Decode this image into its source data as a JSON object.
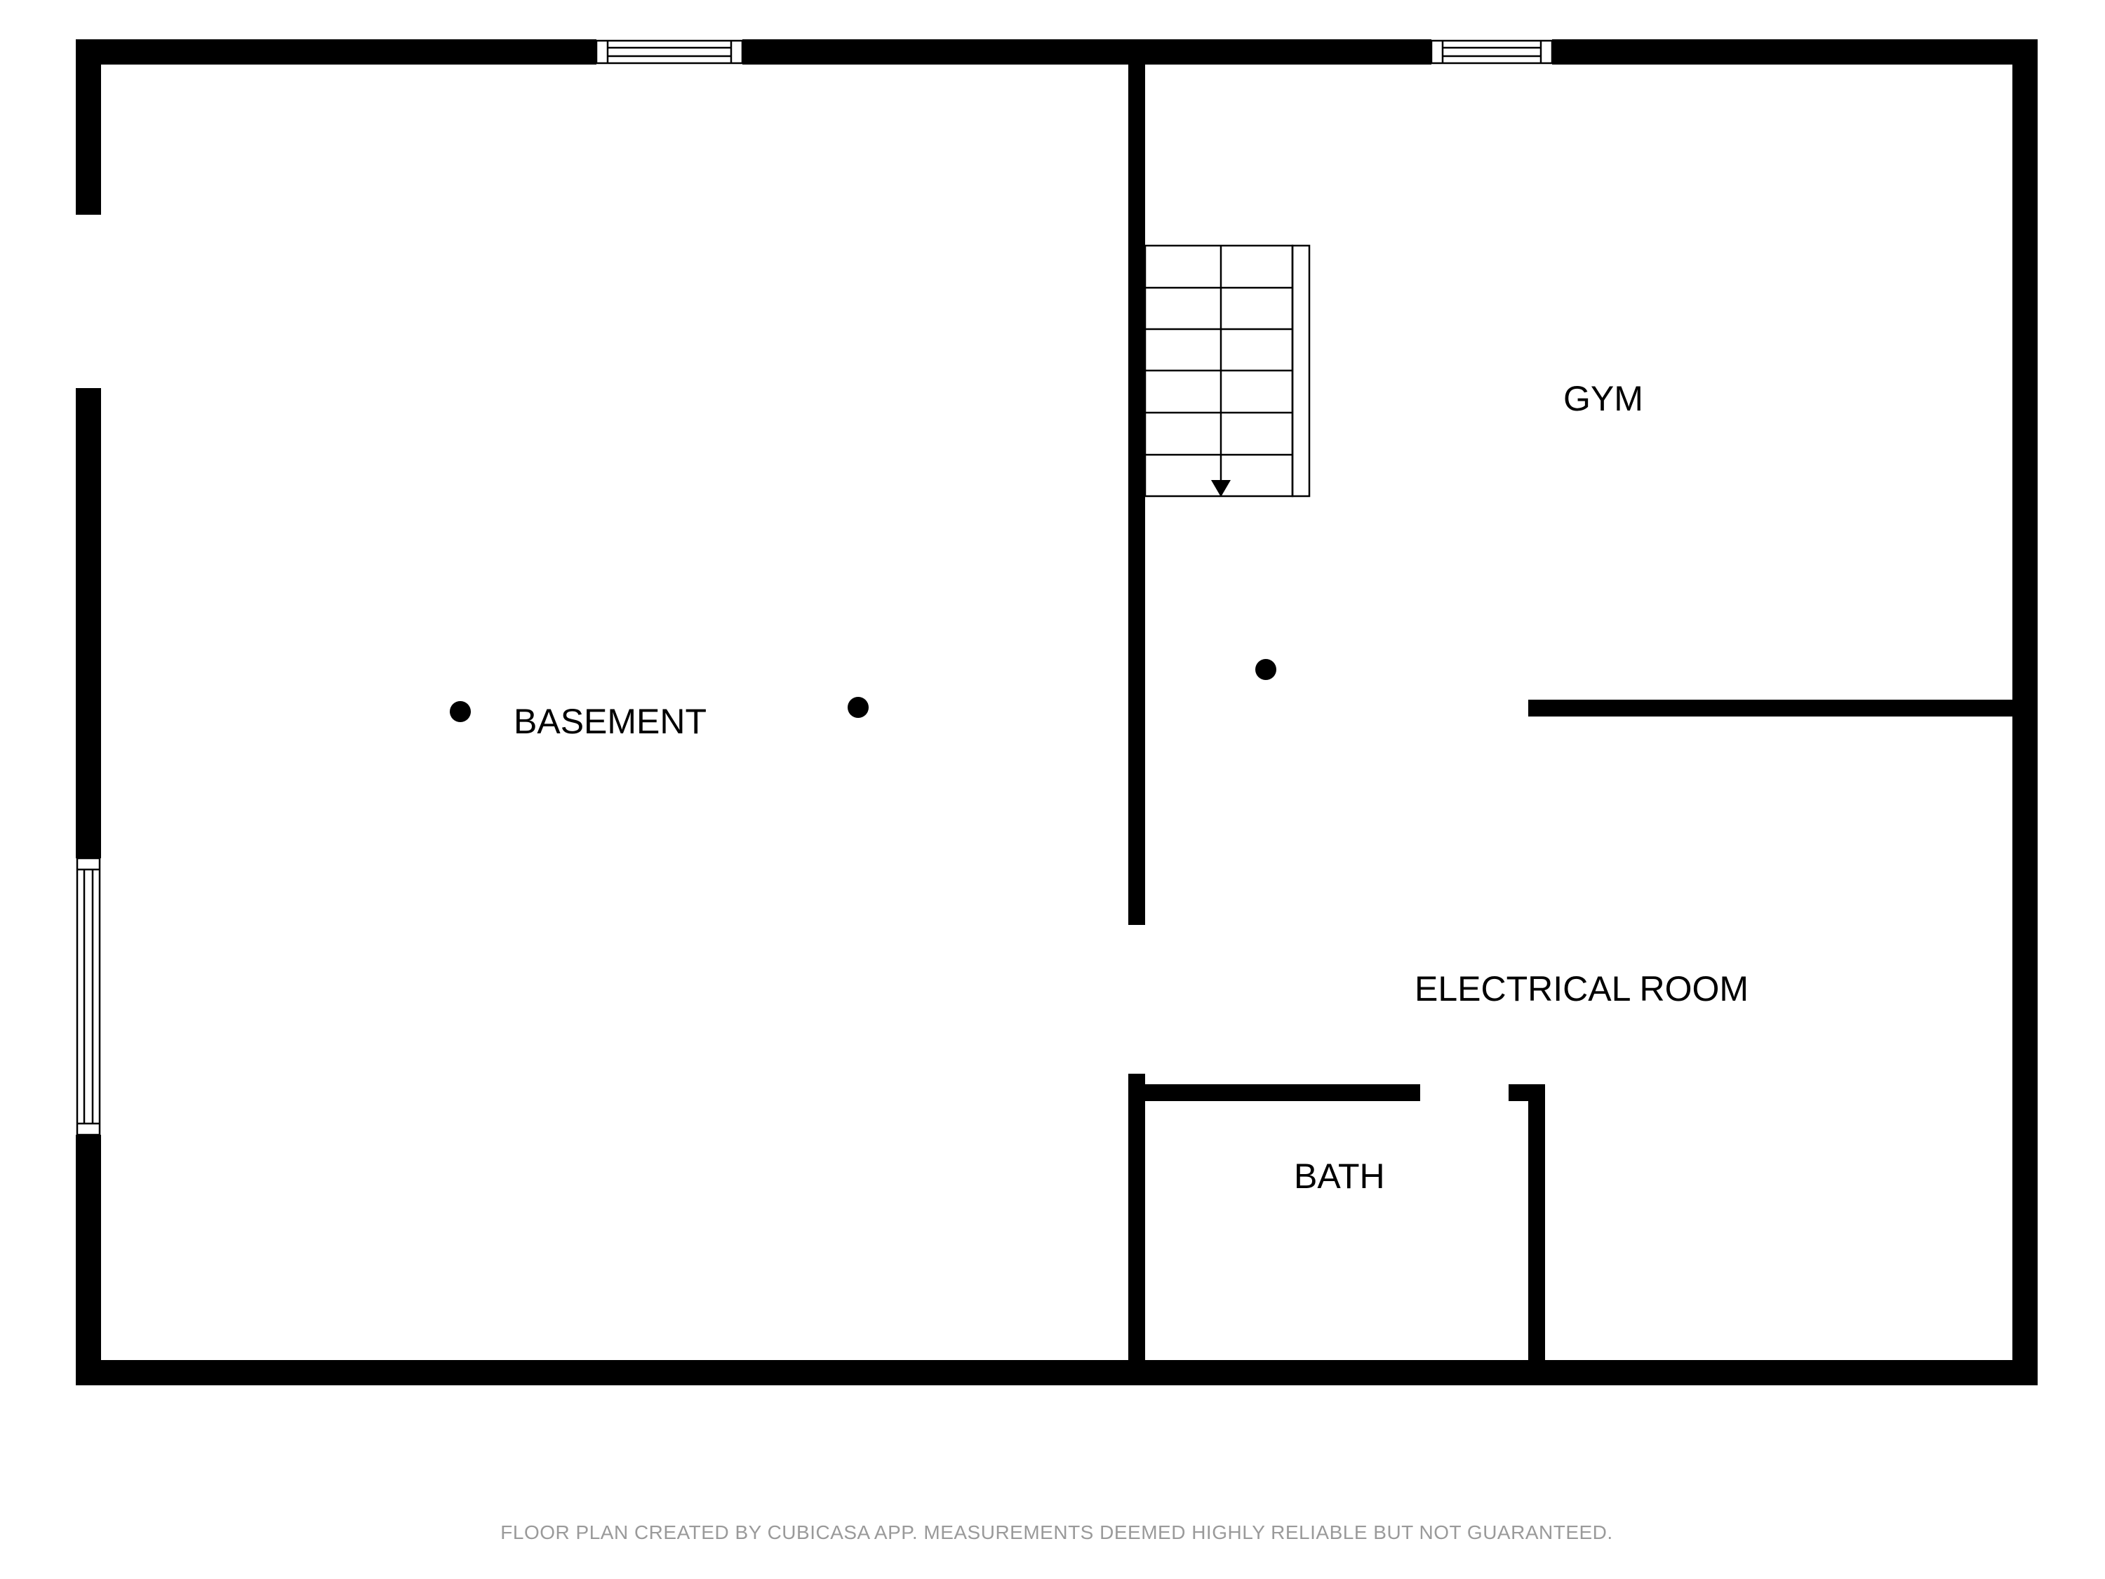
{
  "plan": {
    "rooms": [
      {
        "id": "basement",
        "label": "BASEMENT"
      },
      {
        "id": "gym",
        "label": "GYM"
      },
      {
        "id": "electrical",
        "label": "ELECTRICAL ROOM"
      },
      {
        "id": "bath",
        "label": "BATH"
      }
    ],
    "footer": "FLOOR PLAN CREATED BY CUBICASA APP. MEASUREMENTS DEEMED HIGHLY RELIABLE BUT NOT GUARANTEED.",
    "colors": {
      "wall": "#000000",
      "background": "#ffffff",
      "footer_text": "#9a9a9a"
    }
  }
}
